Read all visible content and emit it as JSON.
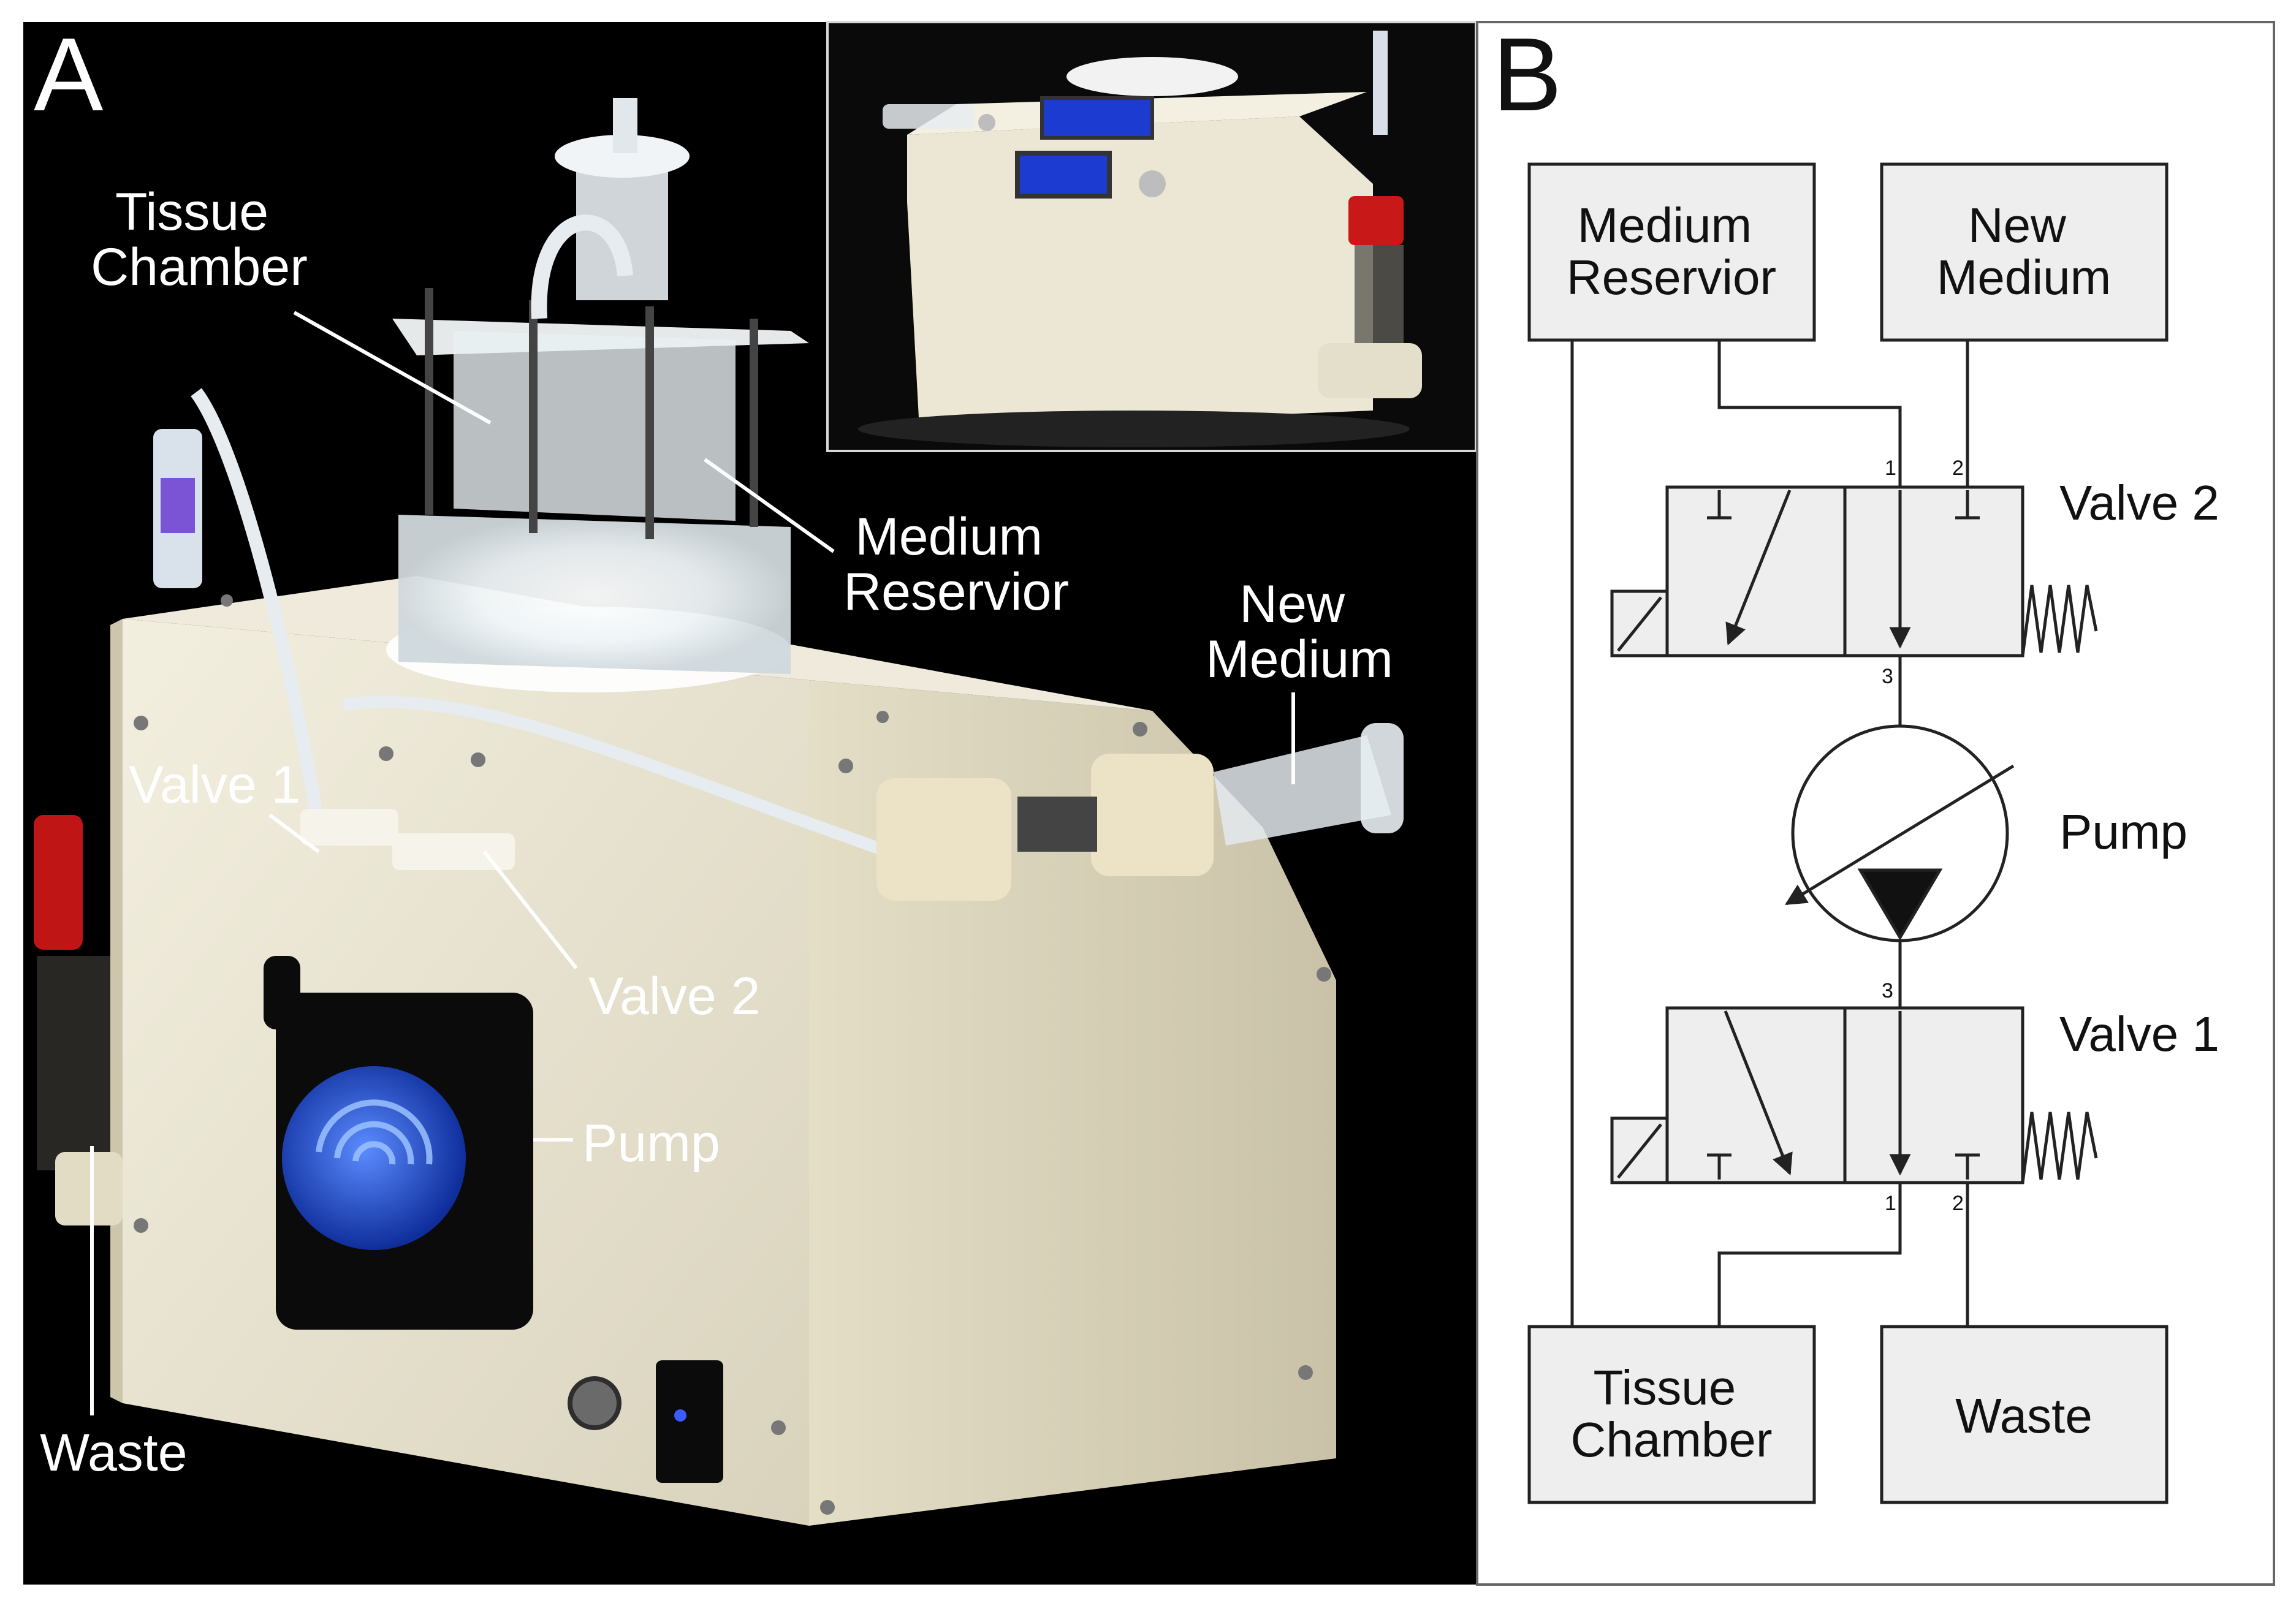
{
  "panel_a": {
    "letter": "A",
    "callouts": {
      "tissue_chamber": [
        "Tissue",
        "Chamber"
      ],
      "medium_reservoir": [
        "Medium",
        "Reservior"
      ],
      "new_medium": [
        "New",
        "Medium"
      ],
      "valve1": "Valve 1",
      "valve2": "Valve 2",
      "pump": "Pump",
      "waste": "Waste"
    }
  },
  "panel_b": {
    "letter": "B",
    "boxes": {
      "medium_reservoir": [
        "Medium",
        "Reservior"
      ],
      "new_medium": [
        "New",
        "Medium"
      ],
      "tissue_chamber": [
        "Tissue",
        "Chamber"
      ],
      "waste": "Waste"
    },
    "labels": {
      "valve2": "Valve 2",
      "pump": "Pump",
      "valve1": "Valve 1"
    },
    "ports": {
      "v2_left": "1",
      "v2_right": "2",
      "v2_bottom": "3",
      "v1_top": "3",
      "v1_left": "1",
      "v1_right": "2"
    }
  },
  "colors": {
    "photo_background": "#000000",
    "device_body": "#ebe6d4",
    "schematic_fill": "#eeeeee",
    "schematic_stroke": "#222222",
    "pump_head": "#0b0b0b",
    "pump_disc": "#1d4fd8"
  }
}
